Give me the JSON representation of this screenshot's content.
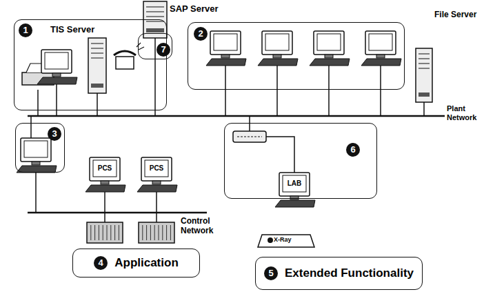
{
  "diagram": {
    "nodes": [
      {
        "text": [
          "SAP Server",
          "7"
        ]
      },
      {
        "text": [
          "1",
          "TIS Server"
        ]
      },
      {
        "text": [
          "2"
        ]
      },
      {
        "text": [
          "3"
        ]
      },
      {
        "text": [
          "6"
        ]
      },
      {
        "text": [
          "4",
          "Application"
        ]
      },
      {
        "text": [
          "5",
          "Extended Functionality"
        ]
      }
    ],
    "labels": [
      "File Server",
      "Plant Network",
      "Control Network",
      "PCS",
      "PCS",
      "LAB",
      "X-Ray"
    ]
  }
}
